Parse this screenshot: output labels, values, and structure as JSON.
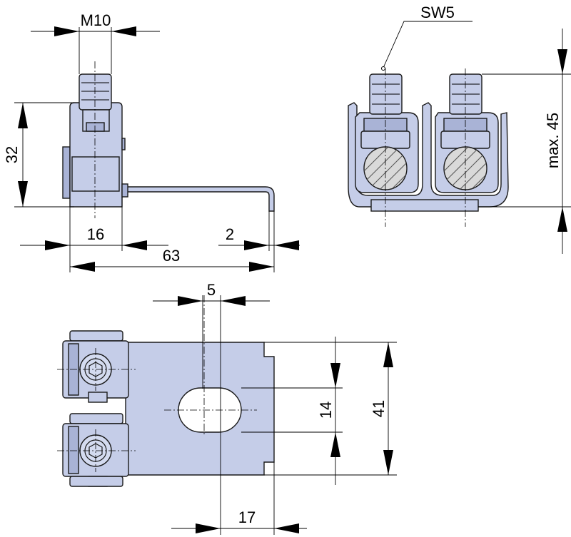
{
  "dimensions": {
    "thread": "M10",
    "wrench_size": "SW5",
    "height_side": "32",
    "max_height": "max. 45",
    "body_width": "16",
    "tab_thickness": "2",
    "overall_length": "63",
    "slot_width": "5",
    "slot_length": "14",
    "plate_width": "41",
    "slot_offset": "17"
  },
  "colors": {
    "part_fill": "#c5cde8",
    "outline": "#1a1a1a"
  }
}
